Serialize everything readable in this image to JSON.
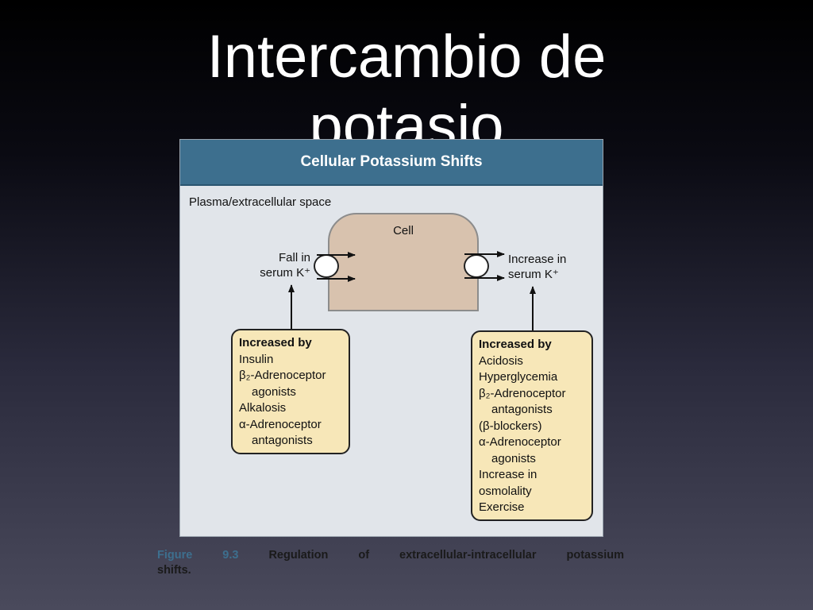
{
  "slide": {
    "title_line1": "Intercambio de",
    "title_line2": "potasio"
  },
  "figure": {
    "header": "Cellular Potassium Shifts",
    "space_label": "Plasma/extracellular space",
    "cell_label": "Cell",
    "left_label": [
      "Fall in",
      "serum K⁺"
    ],
    "right_label": [
      "Increase in",
      "serum K⁺"
    ],
    "left_box": {
      "heading": "Increased by",
      "items": [
        "Insulin",
        "β₂-Adrenoceptor",
        "agonists",
        "Alkalosis",
        "α-Adrenoceptor",
        "antagonists"
      ]
    },
    "right_box": {
      "heading": "Increased by",
      "items": [
        "Acidosis",
        "Hyperglycemia",
        "β₂-Adrenoceptor",
        "antagonists",
        "(β-blockers)",
        "α-Adrenoceptor",
        "agonists",
        "Increase in",
        "osmolality",
        "Exercise"
      ]
    }
  },
  "caption": {
    "figure_label": "Figure 9.3",
    "text_line1": "Regulation of extracellular-intracellular potassium",
    "text_line2": "shifts."
  }
}
